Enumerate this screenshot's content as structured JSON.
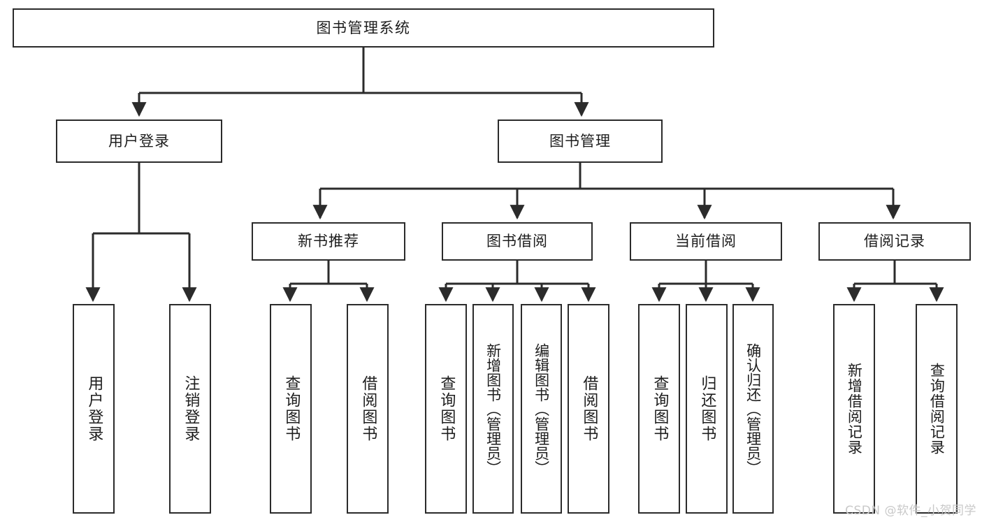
{
  "diagram": {
    "title": "图书管理系统",
    "type": "tree",
    "watermark": "CSDN @软件_小贺同学",
    "colors": {
      "stroke": "#2b2b2b",
      "fill": "#ffffff",
      "text": "#1d1d1d",
      "watermark": "#c9c9c9"
    },
    "root": {
      "label": "图书管理系统"
    },
    "level2": [
      {
        "label": "用户登录"
      },
      {
        "label": "图书管理"
      }
    ],
    "level3": [
      {
        "label": "新书推荐"
      },
      {
        "label": "图书借阅"
      },
      {
        "label": "当前借阅"
      },
      {
        "label": "借阅记录"
      }
    ],
    "leaves": {
      "user_login": [
        {
          "label": "用户登录"
        },
        {
          "label": "注销登录"
        }
      ],
      "new_book_recommend": [
        {
          "label": "查询图书"
        },
        {
          "label": "借阅图书"
        }
      ],
      "book_borrow": [
        {
          "label": "查询图书"
        },
        {
          "label": "新增图书（管理员）"
        },
        {
          "label": "编辑图书（管理员）"
        },
        {
          "label": "借阅图书"
        }
      ],
      "current_borrow": [
        {
          "label": "查询图书"
        },
        {
          "label": "归还图书"
        },
        {
          "label": "确认归还（管理员）"
        }
      ],
      "borrow_record": [
        {
          "label": "新增借阅记录"
        },
        {
          "label": "查询借阅记录"
        }
      ]
    }
  }
}
